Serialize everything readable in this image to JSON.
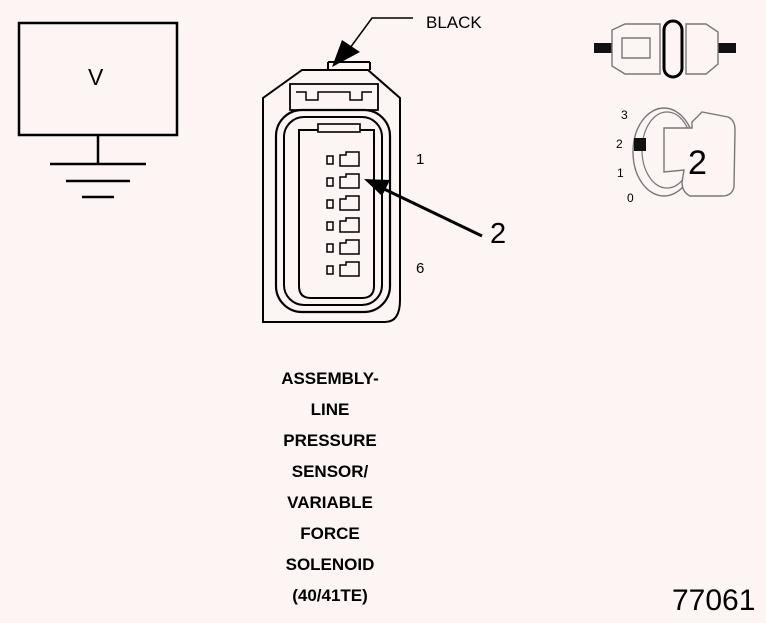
{
  "voltmeter": {
    "symbol": "V"
  },
  "connector": {
    "color_label": "BLACK",
    "pin_first": "1",
    "pin_last": "6",
    "callout": "2"
  },
  "title_lines": [
    "ASSEMBLY-",
    "LINE",
    "PRESSURE",
    "SENSOR/",
    "VARIABLE",
    "FORCE",
    "SOLENOID",
    "(40/41TE)"
  ],
  "ignition": {
    "positions": [
      "3",
      "2",
      "1",
      "0"
    ],
    "key_label": "2"
  },
  "figure_id": "77061"
}
